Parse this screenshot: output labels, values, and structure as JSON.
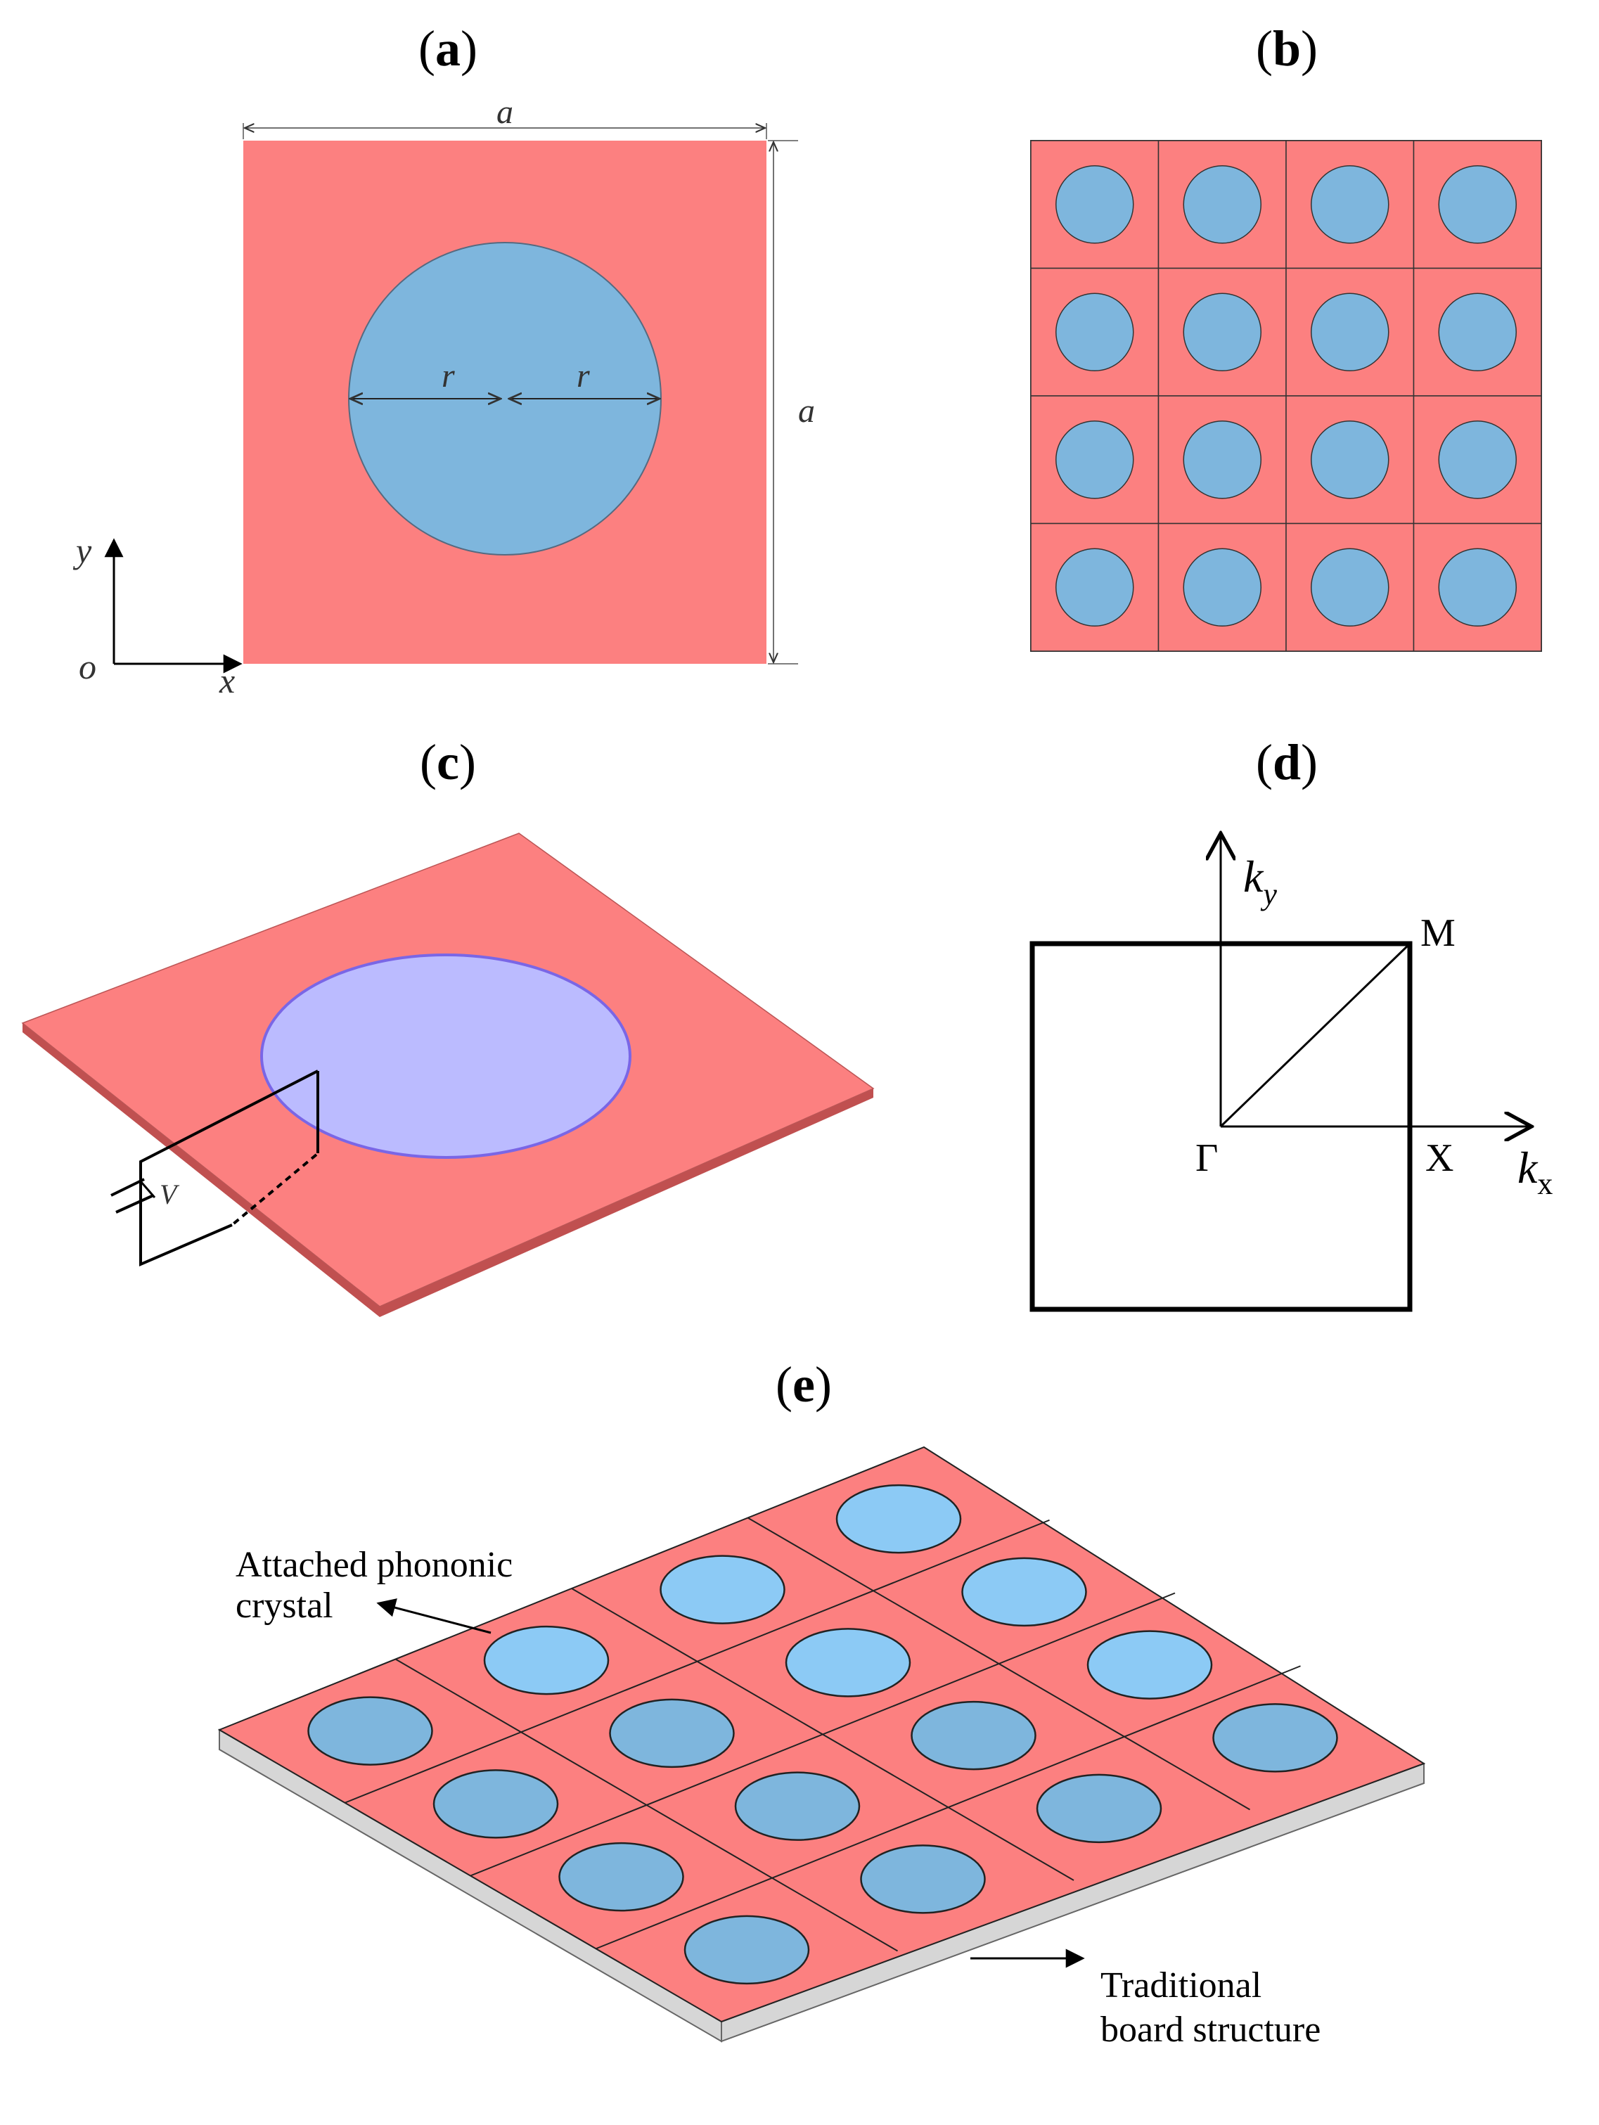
{
  "panels": {
    "a": {
      "label_open": "(",
      "label_letter": "a",
      "label_close": ")",
      "dim_width": "a",
      "dim_height": "a",
      "radius_left": "r",
      "radius_right": "r",
      "axis_y": "y",
      "axis_x": "x",
      "axis_origin": "o"
    },
    "b": {
      "label_open": "(",
      "label_letter": "b",
      "label_close": ")",
      "rows": 4,
      "cols": 4
    },
    "c": {
      "label_open": "(",
      "label_letter": "c",
      "label_close": ")",
      "voltage": "V"
    },
    "d": {
      "label_open": "(",
      "label_letter": "d",
      "label_close": ")",
      "ky": "k",
      "ky_sub": "y",
      "kx": "k",
      "kx_sub": "x",
      "point_m": "M",
      "point_gamma": "Γ",
      "point_x": "X"
    },
    "e": {
      "label_open": "(",
      "label_letter": "e",
      "label_close": ")",
      "annotation_1_line1": "Attached phononic",
      "annotation_1_line2": "crystal",
      "annotation_2_line1": "Traditional",
      "annotation_2_line2": "board structure",
      "rows": 4,
      "cols": 4
    }
  },
  "colors": {
    "matrix": "#fc8080",
    "inclusion": "#7eb6dd",
    "inclusion_3d": "#bbbbff",
    "inclusion_light": "#8ccaf5",
    "board_edge": "#d6d6d6",
    "line": "#000000"
  }
}
